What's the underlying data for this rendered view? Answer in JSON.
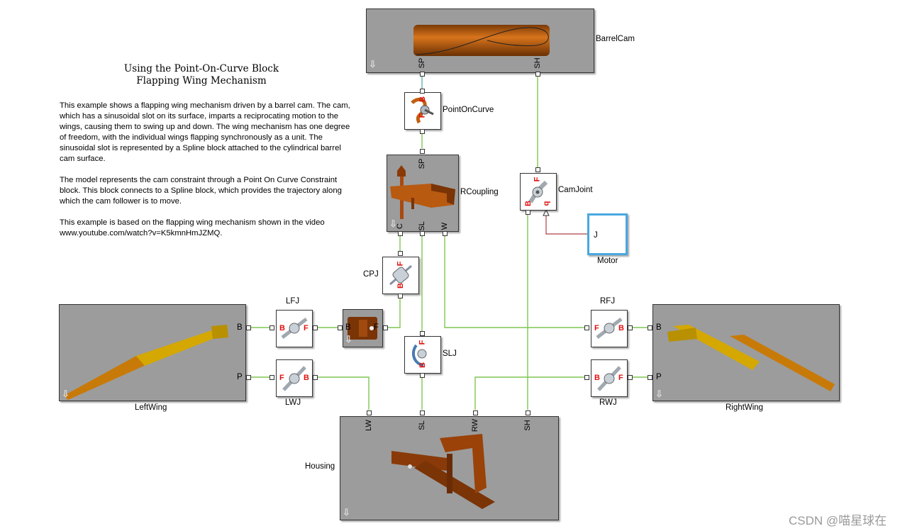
{
  "annotation": {
    "title_line1": "Using the Point-On-Curve Block",
    "title_line2": "Flapping Wing Mechanism",
    "para1": "This example shows a flapping wing mechanism driven by a barrel cam. The cam, which has a sinusoidal slot on its surface, imparts a reciprocating motion to the wings, causing them to swing up and down. The wing mechanism has one degree of freedom, with the individual wings flapping synchronously as a unit. The sinusoidal slot is represented by a Spline block attached to the cylindrical barrel cam surface.",
    "para2": "The model represents the cam constraint through a Point On Curve Constraint block. This block connects to a Spline block, which provides the trajectory along which the cam follower is to move.",
    "para3": "This example is based on the flapping wing mechanism shown in the video www.youtube.com/watch?v=K5kmnHmJZMQ."
  },
  "blocks": {
    "barrelcam": {
      "name": "BarrelCam",
      "ports": [
        "SP",
        "SH"
      ]
    },
    "pointoncurve": {
      "name": "PointOnCurve",
      "port_letters": [
        "F",
        "B"
      ]
    },
    "rcoupling": {
      "name": "RCoupling",
      "ports": [
        "SP",
        "C",
        "SL",
        "W"
      ]
    },
    "camjoint": {
      "name": "CamJoint",
      "port_letters": [
        "F",
        "B",
        "q"
      ]
    },
    "motor": {
      "name": "Motor",
      "port": "J"
    },
    "cpj": {
      "name": "CPJ",
      "port_letters": [
        "F",
        "B"
      ]
    },
    "lfj": {
      "name": "LFJ",
      "port_letters": [
        "B",
        "F"
      ]
    },
    "lwj": {
      "name": "LWJ",
      "port_letters": [
        "F",
        "B"
      ]
    },
    "rfj": {
      "name": "RFJ",
      "port_letters": [
        "F",
        "B"
      ]
    },
    "rwj": {
      "name": "RWJ",
      "port_letters": [
        "B",
        "F"
      ]
    },
    "slj": {
      "name": "SLJ",
      "port_letters": [
        "F",
        "B"
      ]
    },
    "leftwing": {
      "name": "LeftWing",
      "ports": [
        "B",
        "P"
      ]
    },
    "rightwing": {
      "name": "RightWing",
      "ports": [
        "B",
        "P"
      ]
    },
    "coupler_ports": [
      "B",
      "F"
    ],
    "housing": {
      "name": "Housing",
      "ports": [
        "LW",
        "SL",
        "RW",
        "SH"
      ]
    }
  },
  "colors": {
    "connection": "#7fc650",
    "signal": "#b04040",
    "part_orange": "#b85a10",
    "wing_yellow": "#d4a800"
  },
  "icons": {
    "corner": "down-arrow-icon"
  },
  "watermark": "CSDN @喵星球在"
}
